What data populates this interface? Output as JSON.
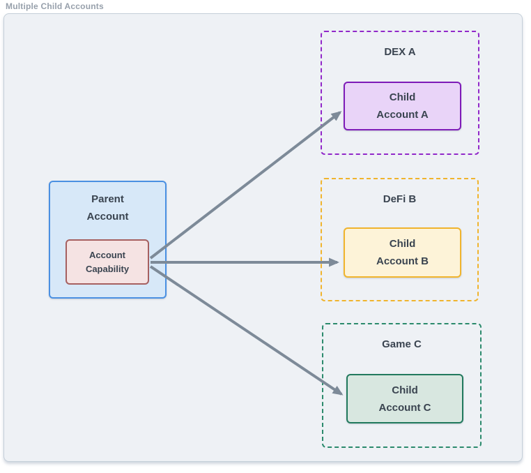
{
  "diagram": {
    "title": "Multiple Child Accounts",
    "parent": {
      "label_line1": "Parent",
      "label_line2": "Account",
      "capability": {
        "label_line1": "Account",
        "label_line2": "Capability"
      }
    },
    "groups": [
      {
        "name": "DEX A",
        "child_line1": "Child",
        "child_line2": "Account A",
        "accent_color": "#9128c9",
        "child_fill": "#e9d4f8",
        "child_border": "#7e1cb8"
      },
      {
        "name": "DeFi B",
        "child_line1": "Child",
        "child_line2": "Account B",
        "accent_color": "#f0b42d",
        "child_fill": "#fdf3d8",
        "child_border": "#f0b42d"
      },
      {
        "name": "Game C",
        "child_line1": "Child",
        "child_line2": "Account C",
        "accent_color": "#2b8a6c",
        "child_fill": "#d8e7e0",
        "child_border": "#21795d"
      }
    ],
    "colors": {
      "canvas_background": "#eef1f5",
      "canvas_border": "#c5cfd9",
      "title_text": "#97a0ab",
      "node_text": "#3a4450",
      "parent_fill": "#d7e8f8",
      "parent_border": "#4a90e2",
      "capability_fill": "#f5e3e3",
      "capability_border": "#a66060",
      "arrow": "#7d8a98"
    }
  }
}
